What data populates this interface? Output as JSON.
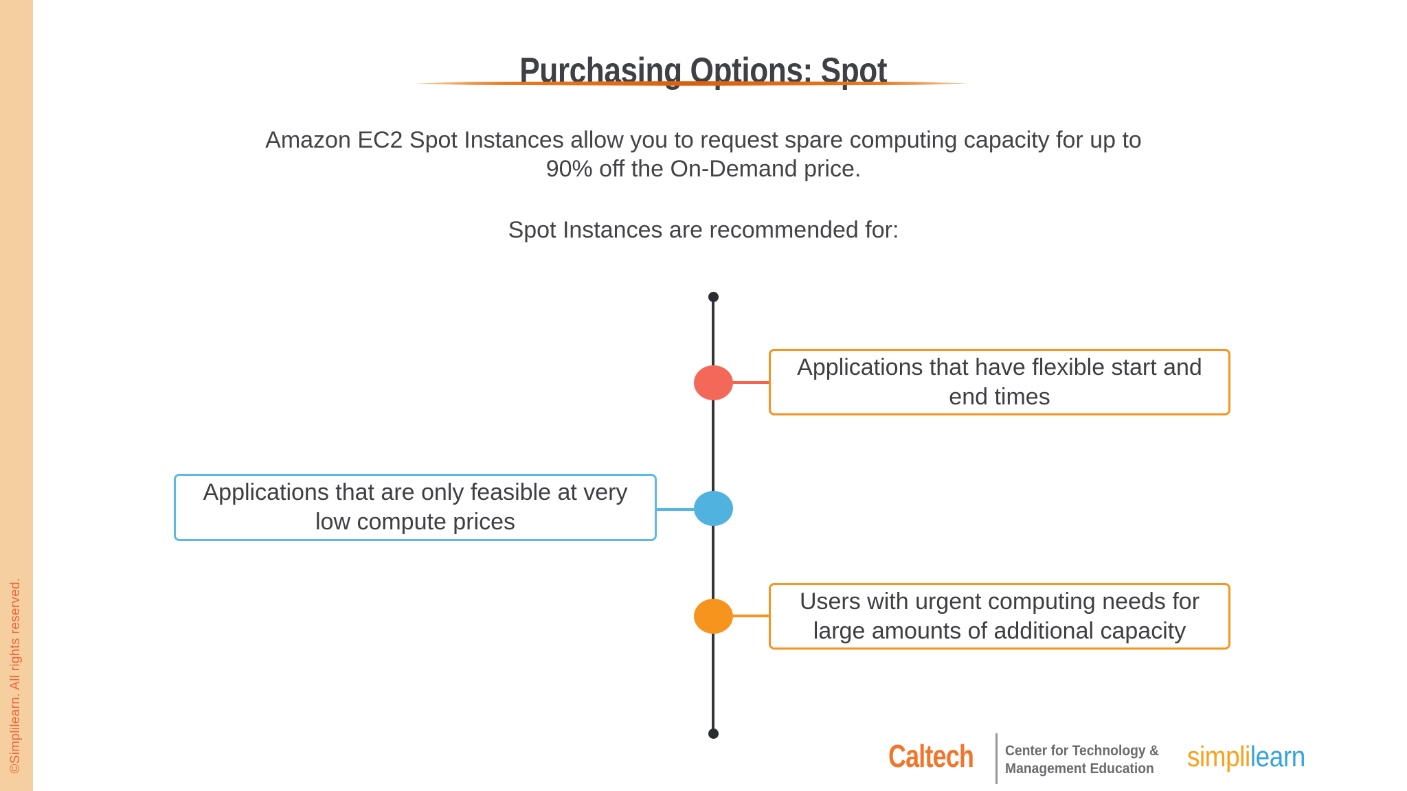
{
  "slide": {
    "title": "Purchasing Options: Spot",
    "intro_line1": "Amazon EC2 Spot Instances allow you to request spare computing capacity for up to",
    "intro_line2": "90% off the On-Demand price.",
    "subtitle": "Spot Instances are recommended for:"
  },
  "timeline": {
    "items": [
      {
        "label": "Applications that have flexible start and end times",
        "side": "right",
        "dot_color": "#F4685A",
        "box_border_color": "#F7941E"
      },
      {
        "label": "Applications that are only feasible at very low compute prices",
        "side": "left",
        "dot_color": "#4FB2DF",
        "box_border_color": "#5FB8E2"
      },
      {
        "label": "Users with urgent computing needs for large amounts of additional capacity",
        "side": "right",
        "dot_color": "#F7941E",
        "box_border_color": "#F7941E"
      }
    ],
    "spine_color": "#333539"
  },
  "sidebar": {
    "copyright": "©Simplilearn. All rights reserved.",
    "strip_color": "#F5CF9F",
    "text_color": "#F0653C"
  },
  "footer": {
    "caltech_wordmark": "Caltech",
    "caltech_sub_line1": "Center for Technology &",
    "caltech_sub_line2": "Management Education",
    "simplilearn_part1": "simpl",
    "simplilearn_part2": "i",
    "simplilearn_part3": "learn",
    "caltech_color": "#F1752B",
    "simplilearn_orange": "#F9A01B",
    "simplilearn_blue": "#36A3DC"
  },
  "colors": {
    "title_text": "#3E4045",
    "body_text": "#434347",
    "underline_orange": "#D95F0E"
  }
}
